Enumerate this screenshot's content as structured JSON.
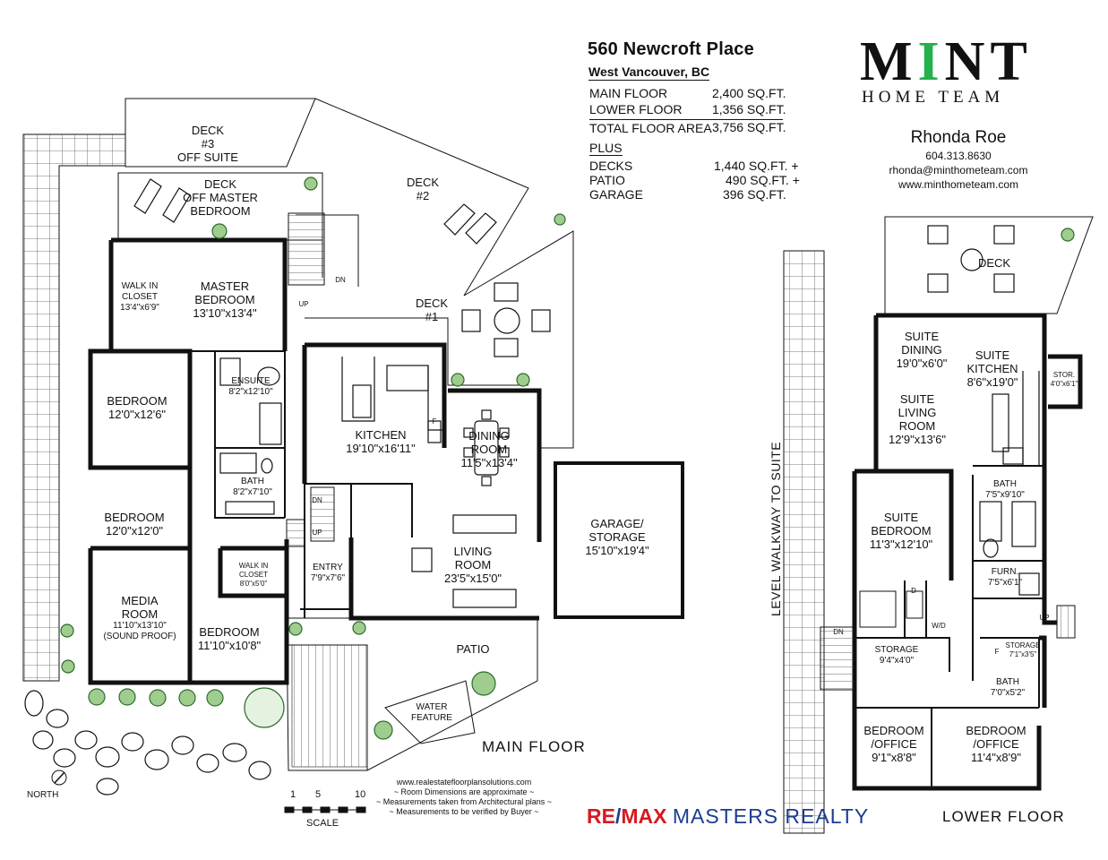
{
  "property": {
    "address": "560 Newcroft  Place",
    "city": "West Vancouver, BC"
  },
  "areas": [
    {
      "label": "MAIN FLOOR",
      "value": "2,400 SQ.FT."
    },
    {
      "label": "LOWER  FLOOR",
      "value": "1,356 SQ.FT."
    },
    {
      "label": "TOTAL FLOOR AREA",
      "value": "3,756 SQ.FT."
    }
  ],
  "plus_heading": "PLUS",
  "extras": [
    {
      "label": "DECKS",
      "value": "1,440 SQ.FT. +"
    },
    {
      "label": "PATIO",
      "value": "490 SQ.FT. +"
    },
    {
      "label": "GARAGE",
      "value": "396 SQ.FT."
    }
  ],
  "brand": {
    "logo_word": "MINT",
    "logo_accent_color": "#22b14c",
    "sub": "HOME TEAM"
  },
  "agent": {
    "name": "Rhonda Roe",
    "phone": "604.313.8630",
    "email": "rhonda@minthometeam.com",
    "web": "www.minthometeam.com"
  },
  "main_floor": {
    "title": "MAIN  FLOOR",
    "rooms": [
      {
        "name": "DECK\n#3\nOFF SUITE",
        "dims": ""
      },
      {
        "name": "DECK\nOFF MASTER\nBEDROOM",
        "dims": ""
      },
      {
        "name": "DECK\n#2",
        "dims": ""
      },
      {
        "name": "DECK\n#1",
        "dims": ""
      },
      {
        "name": "WALK IN\nCLOSET",
        "dims": "13'4\"x6'9\""
      },
      {
        "name": "MASTER\nBEDROOM",
        "dims": "13'10\"x13'4\""
      },
      {
        "name": "ENSUITE",
        "dims": "8'2\"x12'10\""
      },
      {
        "name": "BEDROOM",
        "dims": "12'0\"x12'6\""
      },
      {
        "name": "KITCHEN",
        "dims": "19'10\"x16'11\""
      },
      {
        "name": "DINING\nROOM",
        "dims": "11'5\"x13'4\""
      },
      {
        "name": "BATH",
        "dims": "8'2\"x7'10\""
      },
      {
        "name": "BEDROOM",
        "dims": "12'0\"x12'0\""
      },
      {
        "name": "GARAGE/\nSTORAGE",
        "dims": "15'10\"x19'4\""
      },
      {
        "name": "LIVING\nROOM",
        "dims": "23'5\"x15'0\""
      },
      {
        "name": "ENTRY",
        "dims": "7'9\"x7'6\""
      },
      {
        "name": "WALK IN\nCLOSET",
        "dims": "8'0\"x5'0\""
      },
      {
        "name": "MEDIA\nROOM",
        "dims": "11'10\"x13'10\"\n(SOUND PROOF)"
      },
      {
        "name": "BEDROOM",
        "dims": "11'10\"x10'8\""
      },
      {
        "name": "PATIO",
        "dims": ""
      },
      {
        "name": "WATER\nFEATURE",
        "dims": ""
      }
    ],
    "marks": {
      "up": "UP",
      "dn": "DN",
      "f": "F"
    }
  },
  "lower_floor": {
    "title": "LOWER  FLOOR",
    "walkway": "LEVEL WALKWAY TO SUITE",
    "rooms": [
      {
        "name": "DECK",
        "dims": ""
      },
      {
        "name": "SUITE\nDINING",
        "dims": "19'0\"x6'0\""
      },
      {
        "name": "SUITE\nKITCHEN",
        "dims": "8'6\"x19'0\""
      },
      {
        "name": "STOR.",
        "dims": "4'0\"x6'1\""
      },
      {
        "name": "SUITE\nLIVING\nROOM",
        "dims": "12'9\"x13'6\""
      },
      {
        "name": "BATH",
        "dims": "7'5\"x9'10\""
      },
      {
        "name": "SUITE\nBEDROOM",
        "dims": "11'3\"x12'10\""
      },
      {
        "name": "FURN.",
        "dims": "7'5\"x6'1\""
      },
      {
        "name": "STORAGE",
        "dims": "9'4\"x4'0\""
      },
      {
        "name": "STORAGE",
        "dims": "7'1\"x3'5\""
      },
      {
        "name": "BATH",
        "dims": "7'0\"x5'2\""
      },
      {
        "name": "BEDROOM\n/OFFICE",
        "dims": "9'1\"x8'8\""
      },
      {
        "name": "BEDROOM\n/OFFICE",
        "dims": "11'4\"x8'9\""
      }
    ],
    "marks": {
      "up": "UP",
      "dn": "DN",
      "d": "D",
      "wd": "W/D",
      "f": "F"
    }
  },
  "scale": {
    "label": "SCALE",
    "ticks": [
      "1",
      "5",
      "10"
    ]
  },
  "north": "NORTH",
  "footer": [
    "www.realestatefloorplansolutions.com",
    "~ Room Dimensions are approximate ~",
    "~ Measurements taken from Architectural plans ~",
    "~ Measurements to be verified by Buyer ~"
  ],
  "broker": {
    "re": "RE",
    "max": "MAX",
    "name": "MASTERS REALTY"
  }
}
